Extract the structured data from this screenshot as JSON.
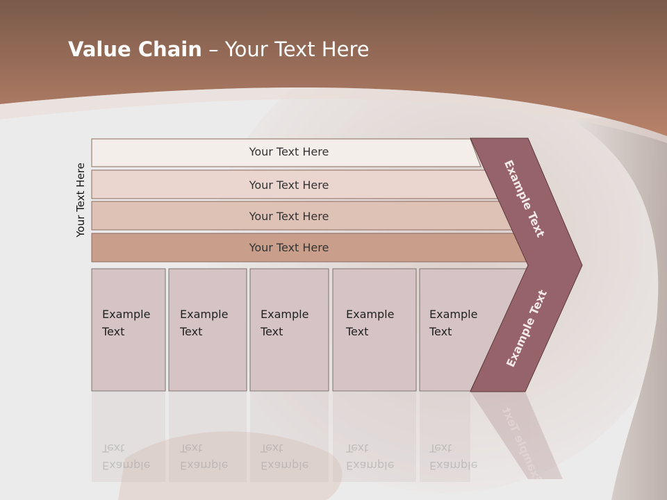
{
  "slide": {
    "title_bold": "Value Chain",
    "title_rest": " – Your Text Here",
    "side_label": "Your Text Here"
  },
  "bars": [
    {
      "label": "Your Text Here"
    },
    {
      "label": "Your Text Here"
    },
    {
      "label": "Your Text Here"
    },
    {
      "label": "Your Text Here"
    }
  ],
  "boxes": [
    {
      "line1": "Example",
      "line2": "Text"
    },
    {
      "line1": "Example",
      "line2": "Text"
    },
    {
      "line1": "Example",
      "line2": "Text"
    },
    {
      "line1": "Example",
      "line2": "Text"
    },
    {
      "line1": "Example",
      "line2": "Text"
    }
  ],
  "arrow": {
    "upper_label": "Example Text",
    "lower_label": "Example Text"
  },
  "colors": {
    "header_top": "#7a5a49",
    "header_bottom": "#b9826a",
    "bar1": "#f4eeeb",
    "bar2": "#ead6cf",
    "bar3": "#dfc2b6",
    "bar4": "#c99f8c",
    "box_fill": "#d6c3c5",
    "arrow_fill": "#96636a"
  }
}
